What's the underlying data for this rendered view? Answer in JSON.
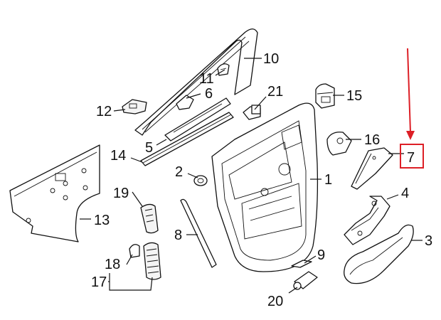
{
  "diagram": {
    "callouts": [
      {
        "id": "c1",
        "text": "1"
      },
      {
        "id": "c2",
        "text": "2"
      },
      {
        "id": "c3",
        "text": "3"
      },
      {
        "id": "c4",
        "text": "4"
      },
      {
        "id": "c5",
        "text": "5"
      },
      {
        "id": "c6",
        "text": "6"
      },
      {
        "id": "c7",
        "text": "7"
      },
      {
        "id": "c8",
        "text": "8"
      },
      {
        "id": "c9",
        "text": "9"
      },
      {
        "id": "c10",
        "text": "10"
      },
      {
        "id": "c11",
        "text": "11"
      },
      {
        "id": "c12",
        "text": "12"
      },
      {
        "id": "c13",
        "text": "13"
      },
      {
        "id": "c14",
        "text": "14"
      },
      {
        "id": "c15",
        "text": "15"
      },
      {
        "id": "c16",
        "text": "16"
      },
      {
        "id": "c17",
        "text": "17"
      },
      {
        "id": "c18",
        "text": "18"
      },
      {
        "id": "c19",
        "text": "19"
      },
      {
        "id": "c20",
        "text": "20"
      },
      {
        "id": "c21",
        "text": "21"
      }
    ],
    "highlight": {
      "callout": "7",
      "color": "#dd1f26"
    }
  }
}
